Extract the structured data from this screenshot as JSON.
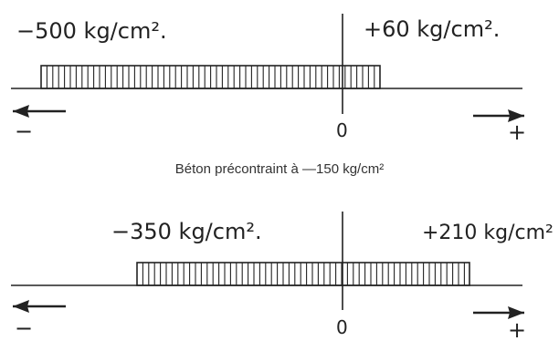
{
  "diagram_top": {
    "left_label": "−500 kg/cm².",
    "right_label": "+60 kg/cm².",
    "origin_label": "0",
    "minus_sign": "−",
    "plus_sign": "+",
    "range": [
      -500,
      60
    ]
  },
  "caption": "Béton précontraint à —150 kg/cm²",
  "diagram_bottom": {
    "left_label": "−350 kg/cm².",
    "right_label": "+210 kg/cm²",
    "origin_label": "0",
    "minus_sign": "−",
    "plus_sign": "+",
    "range": [
      -350,
      210
    ]
  },
  "colors": {
    "ink": "#222222"
  }
}
